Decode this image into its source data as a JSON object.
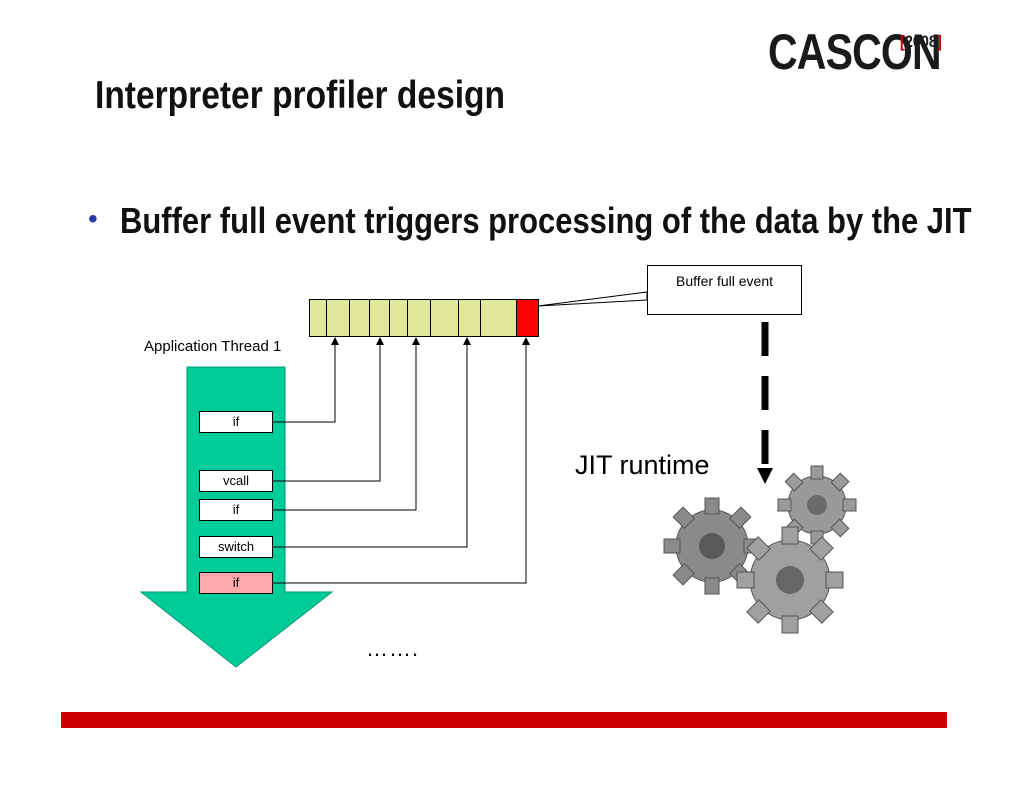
{
  "slide": {
    "logo": {
      "name": "CASCON",
      "year": "2008",
      "bracket_color": "#c00000"
    },
    "title": "Interpreter profiler design",
    "bullet": "Buffer full event triggers processing of the data by the JIT"
  },
  "diagram": {
    "callout": "Buffer full event",
    "thread_label": "Application Thread 1",
    "bytecodes": [
      {
        "label": "if",
        "highlighted": false
      },
      {
        "label": "vcall",
        "highlighted": false
      },
      {
        "label": "if",
        "highlighted": false
      },
      {
        "label": "switch",
        "highlighted": false
      },
      {
        "label": "if",
        "highlighted": true
      }
    ],
    "jit_label": "JIT runtime",
    "ellipsis": "…….",
    "icons": [
      "gears-icon",
      "down-arrow-icon",
      "dashed-arrow-icon"
    ],
    "colors": {
      "arrow": "#00cc99",
      "buffer_cell": "#e0e89a",
      "buffer_full": "#ff0000",
      "highlight": "#ffaaaa",
      "bottom_bar": "#cc0000"
    }
  }
}
